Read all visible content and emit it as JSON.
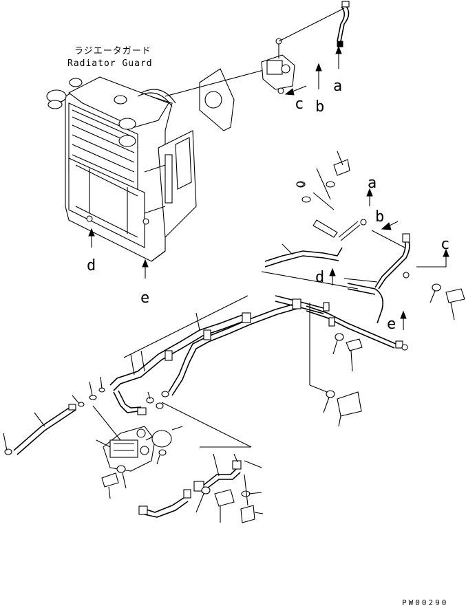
{
  "title_jp": "ラジエータガード",
  "title_en": "Radiator Guard",
  "labels": {
    "a_top": "a",
    "b_top": "b",
    "c_top": "c",
    "a_mid": "a",
    "b_mid": "b",
    "c_right": "c",
    "d_left": "d",
    "e_left": "e",
    "d_mid": "d",
    "e_mid": "e"
  },
  "drawing_code": "PW00290"
}
